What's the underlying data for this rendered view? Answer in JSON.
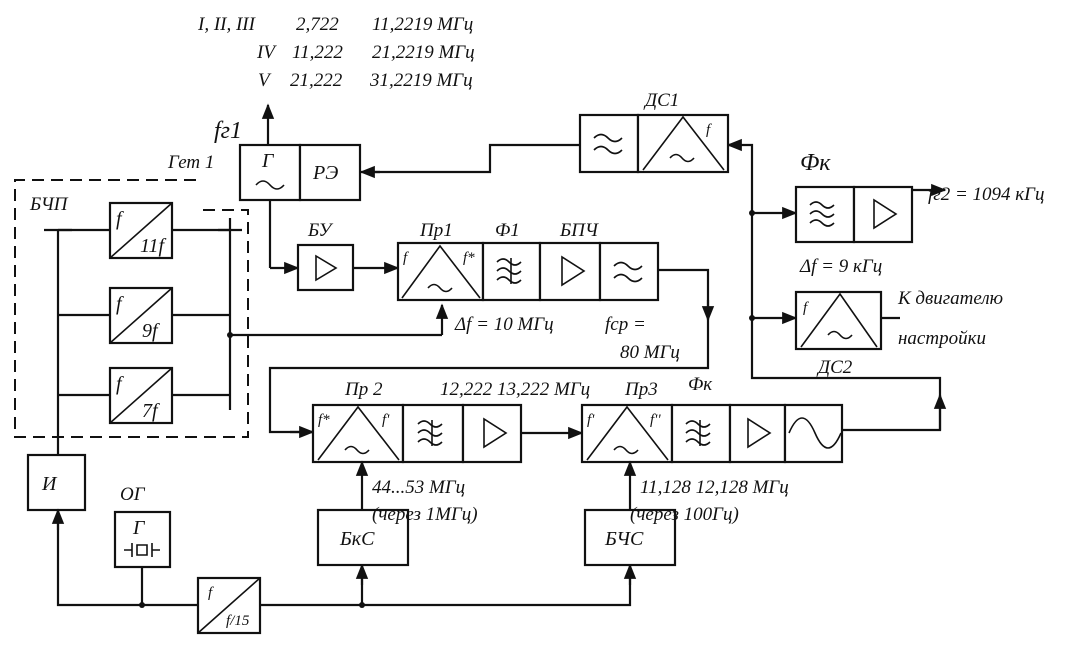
{
  "freq_bands": {
    "row1_band": "I, II, III",
    "row1_low": "2,722",
    "row1_high": "11,2219 МГц",
    "row2_band": "IV",
    "row2_low": "11,222",
    "row2_high": "21,2219 МГц",
    "row3_band": "V",
    "row3_low": "21,222",
    "row3_high": "31,2219 МГц"
  },
  "labels": {
    "f_g1": "fг1",
    "get1": "Гет 1",
    "bchp": "БЧП",
    "bu": "БУ",
    "pr1": "Пр1",
    "f1": "Ф1",
    "bpch": "БПЧ",
    "ds1": "ДС1",
    "fk_top": "Фк",
    "f_g2": "fг2 = 1094 кГц",
    "delta_f_9": "Δf = 9 кГц",
    "k_dvig": "К двигателю",
    "nastroyki": "настройки",
    "ds2": "ДС2",
    "delta_f_10": "Δf = 10 МГц",
    "f_sr": "fср =",
    "f_sr_val": "80 МГц",
    "pr2": "Пр 2",
    "pr2_range": "12,222  13,222 МГц",
    "pr3": "Пр3",
    "fk_mid": "Фк",
    "og": "ОГ",
    "in_44": "44...53 МГц",
    "in_44_note": "(через 1МГц)",
    "in_11": "11,128  12,128 МГц",
    "in_11_note": "(через 100Гц)"
  },
  "blocks": {
    "gen_g": "Г",
    "re": "РЭ",
    "i": "И",
    "og_g": "Г",
    "bks": "БкС",
    "bchs": "БЧС",
    "mult_11": "11f",
    "mult_9": "9f",
    "mult_7": "7f",
    "div_15": "f/15",
    "f_sym": "f",
    "f_star": "f*",
    "f_prime": "f'",
    "f_dprime": "f''"
  }
}
